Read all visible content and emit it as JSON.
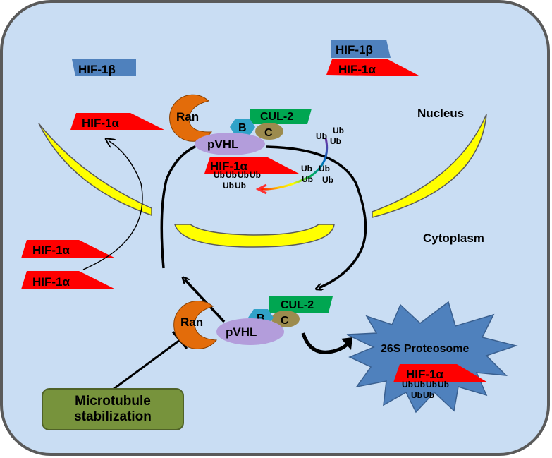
{
  "labels": {
    "hif1b": "HIF-1β",
    "hif1a": "HIF-1α",
    "ran": "Ran",
    "pvhl": "pVHL",
    "cul2": "CUL-2",
    "b": "B",
    "c": "C",
    "ub": "Ub",
    "nucleus": "Nucleus",
    "cytoplasm": "Cytoplasm",
    "proteosome": "26S Proteosome",
    "microtubule_line1": "Microtubule",
    "microtubule_line2": "stabilization"
  },
  "colors": {
    "cell_fill": "#c9ddf3",
    "cell_border": "#5a5a5a",
    "membrane": "#ffff00",
    "hif1a": "#ff0000",
    "hif1b": "#4f81bd",
    "ran": "#e36c0a",
    "pvhl": "#b39ddb",
    "cul2": "#00a651",
    "elongin_b": "#31a2c8",
    "elongin_c": "#9c8b4e",
    "proteosome": "#4f81bd",
    "microtubule_box": "#77933c"
  }
}
